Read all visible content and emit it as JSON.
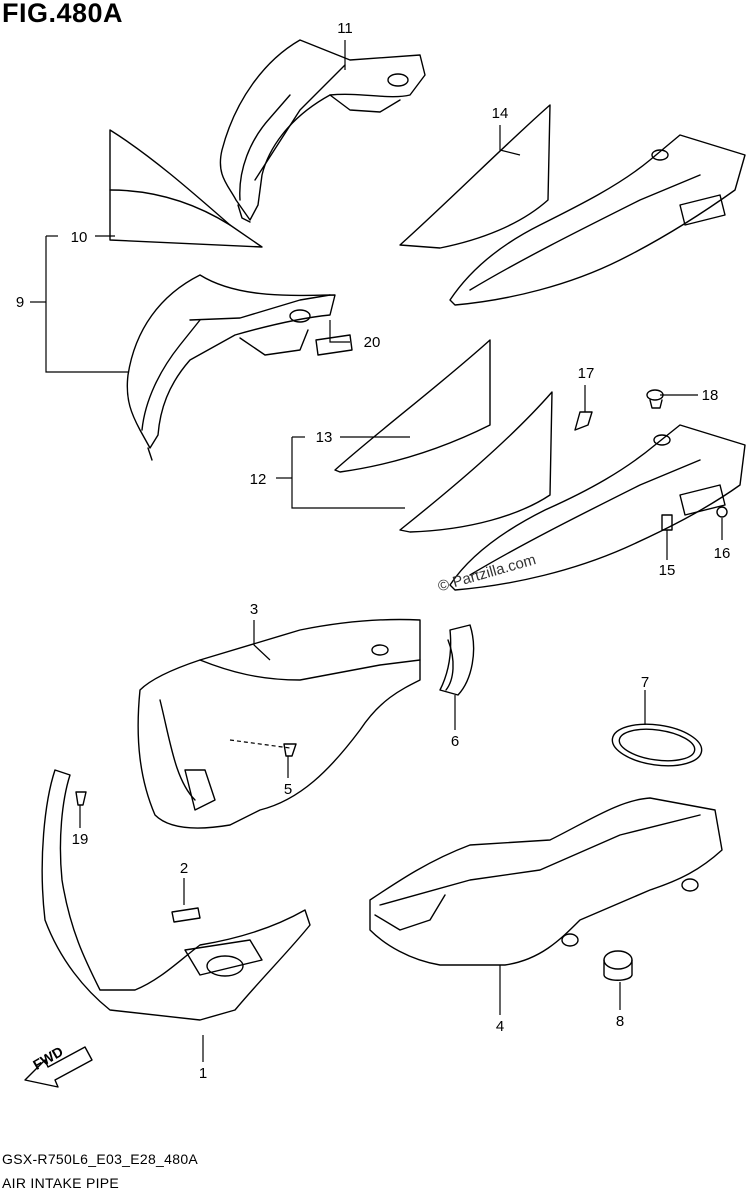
{
  "figure": {
    "title": "FIG.480A",
    "code": "GSX-R750L6_E03_E28_480A",
    "name": "AIR INTAKE PIPE",
    "watermark": "© Partzilla.com",
    "direction_label": "FWD"
  },
  "callouts": [
    "1",
    "2",
    "3",
    "4",
    "5",
    "6",
    "7",
    "8",
    "9",
    "10",
    "11",
    "12",
    "13",
    "14",
    "15",
    "16",
    "17",
    "18",
    "19",
    "20"
  ]
}
